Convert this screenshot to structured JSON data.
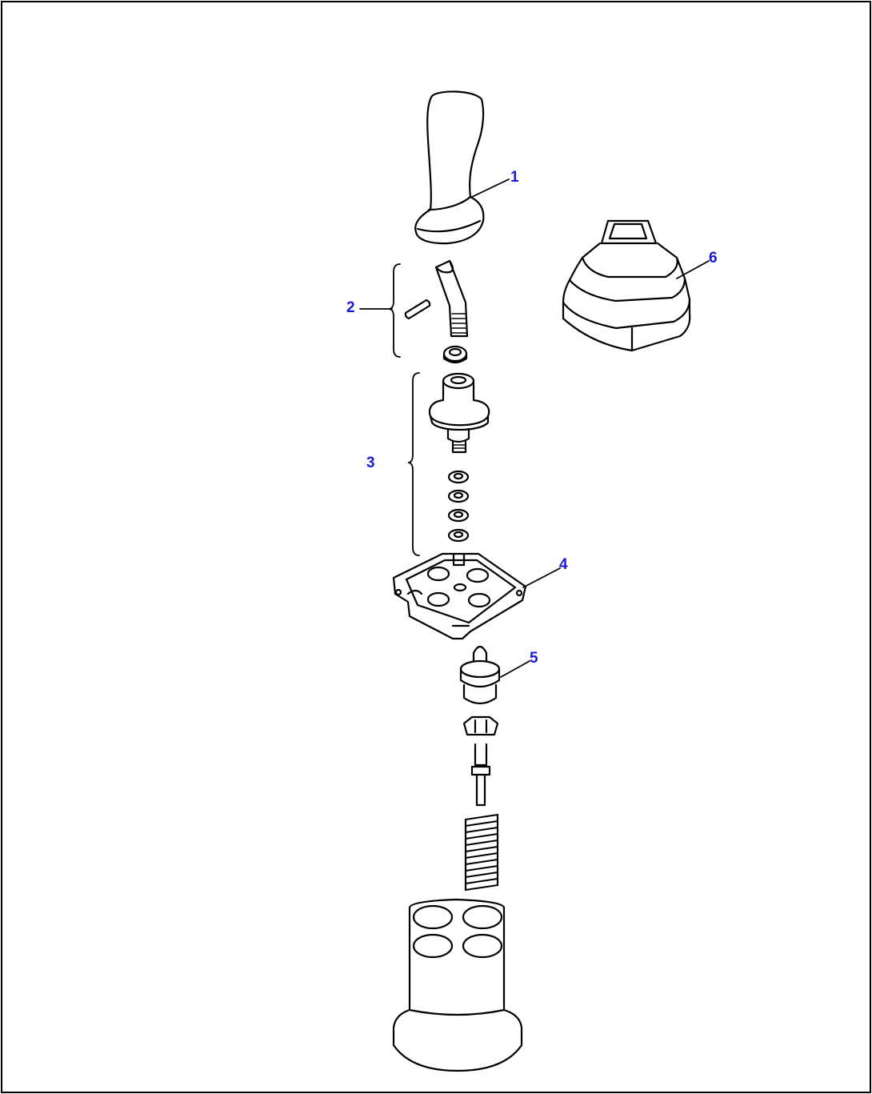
{
  "diagram": {
    "type": "exploded-parts-view",
    "stroke_color": "#000000",
    "callout_color": "#1a1ad6",
    "callouts": [
      {
        "id": "1",
        "label": "1"
      },
      {
        "id": "2",
        "label": "2"
      },
      {
        "id": "3",
        "label": "3"
      },
      {
        "id": "4",
        "label": "4"
      },
      {
        "id": "5",
        "label": "5"
      },
      {
        "id": "6",
        "label": "6"
      }
    ]
  }
}
